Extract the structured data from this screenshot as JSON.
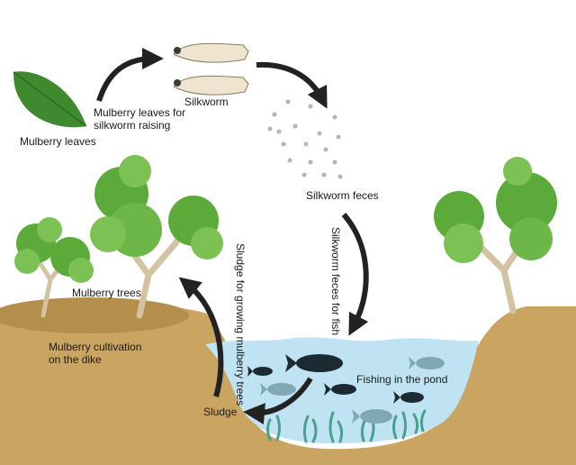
{
  "labels": {
    "mulberry_leaves": "Mulberry leaves",
    "leaves_for_silkworm": "Mulberry leaves for\nsilkworm raising",
    "silkworm": "Silkworm",
    "silkworm_feces": "Silkworm feces",
    "feces_for_fish": "Silkworm feces for fish",
    "sludge_for_trees": "Sludge for growing mulberry trees",
    "mulberry_trees": "Mulberry trees",
    "cultivation_on_dike": "Mulberry cultivation\non the dike",
    "fishing_in_pond": "Fishing in the pond",
    "sludge": "Sludge"
  },
  "colors": {
    "soil": "#c9a561",
    "soil_dark": "#b38f4b",
    "water": "#bfe3f2",
    "arrow": "#222222",
    "leaf_green": "#5cab3a",
    "tree_trunk": "#d3c3a3",
    "fish_dark": "#1b2a33",
    "fish_light": "#7fa7b4",
    "weed": "#4aa08f"
  }
}
